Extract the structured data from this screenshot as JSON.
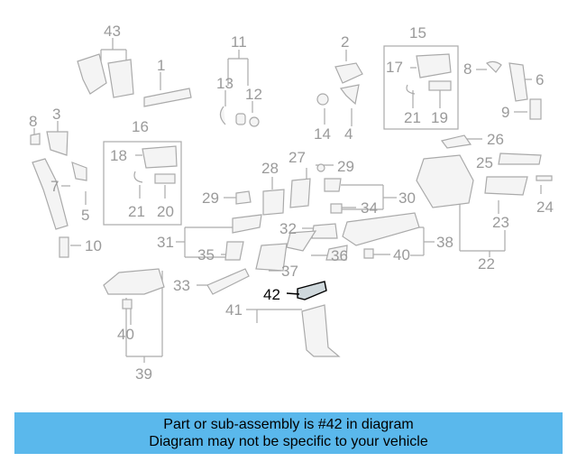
{
  "diagram": {
    "labels": [
      "43",
      "1",
      "11",
      "13",
      "12",
      "2",
      "15",
      "17",
      "21",
      "19",
      "8",
      "6",
      "9",
      "8",
      "3",
      "16",
      "18",
      "21",
      "20",
      "7",
      "5",
      "14",
      "4",
      "27",
      "29",
      "28",
      "26",
      "25",
      "24",
      "29",
      "30",
      "34",
      "23",
      "31",
      "32",
      "38",
      "22",
      "35",
      "36",
      "40",
      "10",
      "33",
      "37",
      "42",
      "41",
      "40",
      "39"
    ],
    "highlighted_label": "42"
  },
  "banner": {
    "line1": "Part or sub-assembly is #42 in diagram",
    "line2": "Diagram may not be specific to your vehicle"
  },
  "colors": {
    "banner_bg": "#5ab8ec",
    "part_gray": "#aaaaaa",
    "highlight": "#000000"
  }
}
